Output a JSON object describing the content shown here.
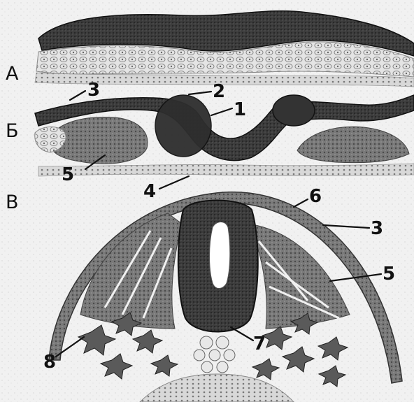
{
  "figure": {
    "panel_letters": [
      {
        "id": "A",
        "text": "А"
      },
      {
        "id": "B",
        "text": "Б"
      },
      {
        "id": "V",
        "text": "В"
      }
    ],
    "labels": [
      {
        "id": "b-3",
        "text": "3"
      },
      {
        "id": "b-2",
        "text": "2"
      },
      {
        "id": "b-1",
        "text": "1"
      },
      {
        "id": "b-5",
        "text": "5"
      },
      {
        "id": "b-4",
        "text": "4"
      },
      {
        "id": "v-6",
        "text": "6"
      },
      {
        "id": "v-3",
        "text": "3"
      },
      {
        "id": "v-5",
        "text": "5"
      },
      {
        "id": "v-7",
        "text": "7"
      },
      {
        "id": "v-8",
        "text": "8"
      }
    ],
    "colors": {
      "ink": "#1a1a1a",
      "dark_tissue": "#3a3a3a",
      "mid_tissue": "#6e6e6e",
      "light_tissue": "#a8a8a8",
      "background": "#f2f2f2"
    }
  }
}
